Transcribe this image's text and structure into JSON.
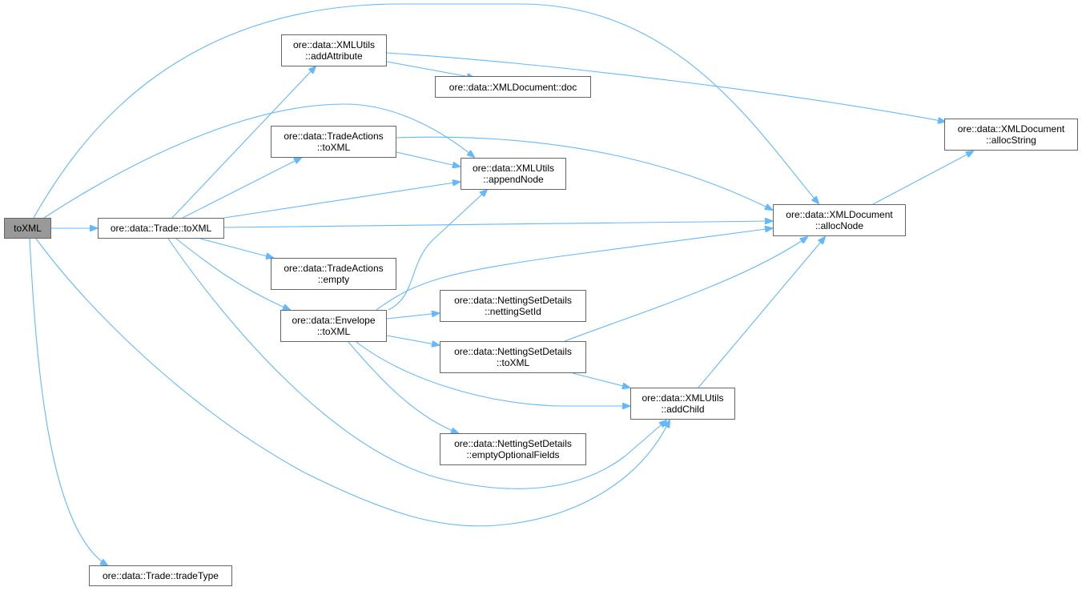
{
  "graph": {
    "root": {
      "label": "toXML"
    },
    "trade_toxml": {
      "label": "ore::data::Trade::toXML"
    },
    "add_attribute": {
      "line1": "ore::data::XMLUtils",
      "line2": "::addAttribute"
    },
    "xmldoc_doc": {
      "label": "ore::data::XMLDocument::doc"
    },
    "tradeactions_toxml": {
      "line1": "ore::data::TradeActions",
      "line2": "::toXML"
    },
    "append_node": {
      "line1": "ore::data::XMLUtils",
      "line2": "::appendNode"
    },
    "alloc_string": {
      "line1": "ore::data::XMLDocument",
      "line2": "::allocString"
    },
    "alloc_node": {
      "line1": "ore::data::XMLDocument",
      "line2": "::allocNode"
    },
    "tradeactions_empty": {
      "line1": "ore::data::TradeActions",
      "line2": "::empty"
    },
    "envelope_toxml": {
      "line1": "ore::data::Envelope",
      "line2": "::toXML"
    },
    "netting_set_id": {
      "line1": "ore::data::NettingSetDetails",
      "line2": "::nettingSetId"
    },
    "nsd_toxml": {
      "line1": "ore::data::NettingSetDetails",
      "line2": "::toXML"
    },
    "add_child": {
      "line1": "ore::data::XMLUtils",
      "line2": "::addChild"
    },
    "empty_optional_fields": {
      "line1": "ore::data::NettingSetDetails",
      "line2": "::emptyOptionalFields"
    },
    "trade_type": {
      "label": "ore::data::Trade::tradeType"
    }
  },
  "colors": {
    "edge": "#63b8ff",
    "root_fill": "#999999",
    "border": "#666666"
  }
}
